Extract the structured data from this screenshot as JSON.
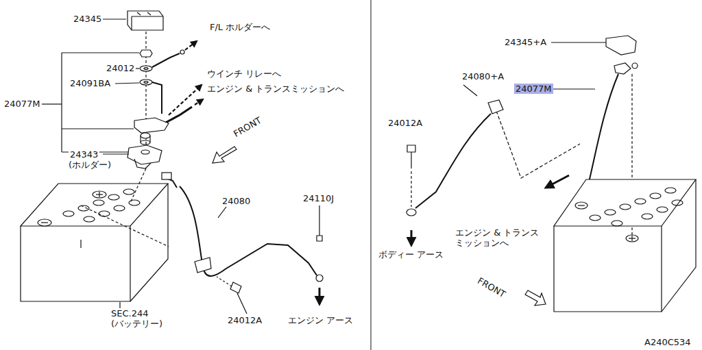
{
  "diagram": {
    "labels": [
      "24345",
      "F/L ホルダーへ",
      "24012",
      "24091BA",
      "ウインチ リレーへ",
      "エンジン & トランスミッションへ",
      "24077M",
      "FRONT",
      "24343",
      "(ホルダー)",
      "24080",
      "24110J",
      "SEC.244",
      "(バッテリー)",
      "24012A",
      "エンジン アース",
      "24345+A",
      "24077M",
      "24080+A",
      "24012A",
      "エンジン & トランスミッションへ",
      "ボディー アース",
      "FRONT",
      "A240C534"
    ]
  }
}
